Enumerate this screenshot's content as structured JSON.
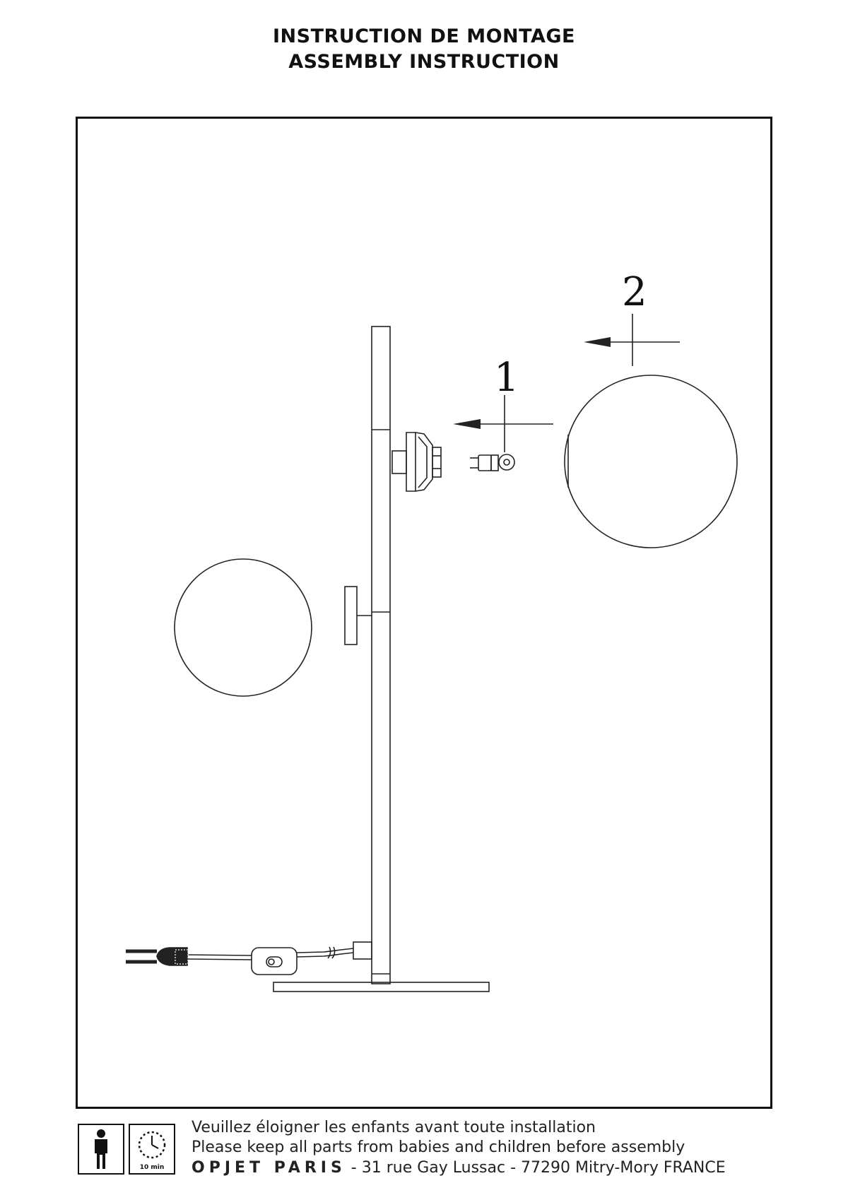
{
  "header": {
    "title_fr": "INSTRUCTION DE MONTAGE",
    "title_en": "ASSEMBLY INSTRUCTION"
  },
  "steps": [
    {
      "number": "1"
    },
    {
      "number": "2"
    }
  ],
  "footer": {
    "icons": [
      "person-icon",
      "clock-icon"
    ],
    "time_label": "10 min",
    "warning_fr": "Veuillez éloigner les enfants avant toute installation",
    "warning_en": "Please keep all parts from babies and children before assembly",
    "brand": "OPJET PARIS",
    "address": " - 31 rue Gay Lussac - 77290 Mitry-Mory FRANCE"
  }
}
